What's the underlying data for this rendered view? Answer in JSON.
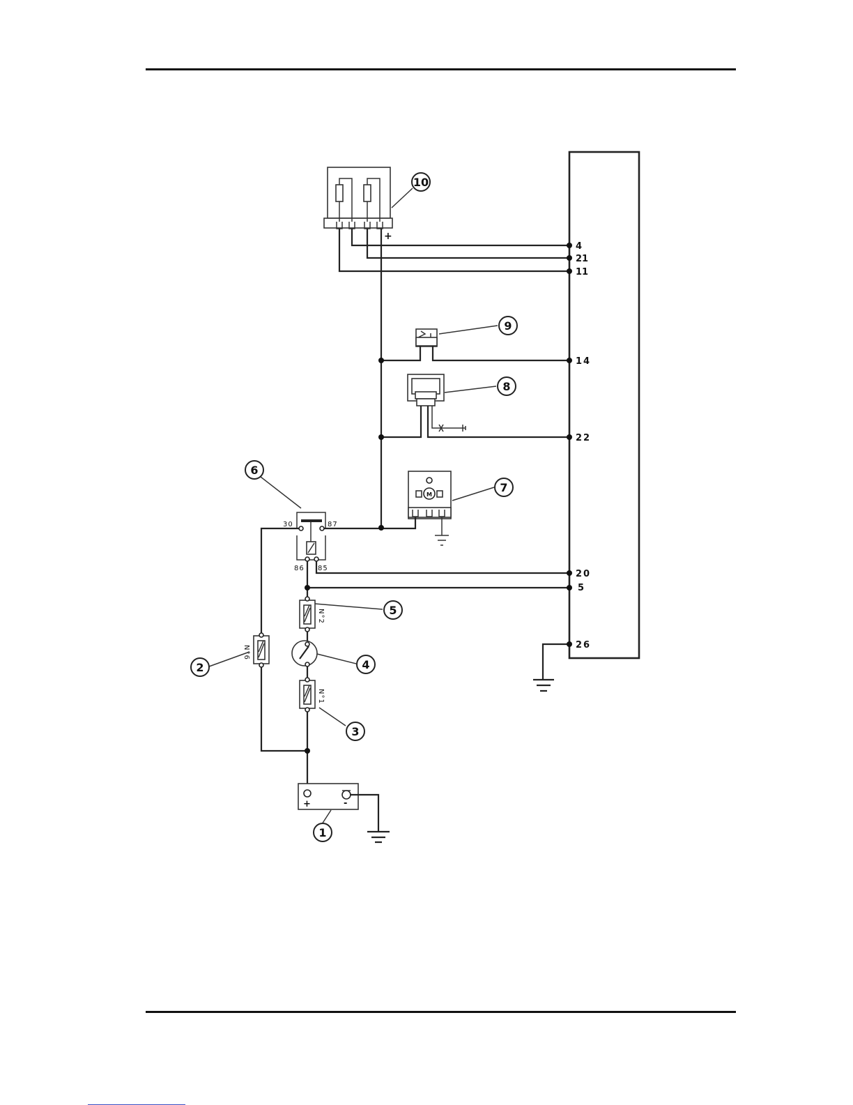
{
  "ecu_pins": [
    "4",
    "21",
    "11",
    "14",
    "22",
    "20",
    "5",
    "26"
  ],
  "relay_terminals": [
    "30",
    "87",
    "86",
    "85"
  ],
  "fuse_labels": [
    "N°6",
    "N°2",
    "N°1"
  ],
  "callouts": [
    "1",
    "2",
    "3",
    "4",
    "5",
    "6",
    "7",
    "8",
    "9",
    "10"
  ],
  "symbols": {
    "plus": "+",
    "minus": "-",
    "motor": "M"
  }
}
